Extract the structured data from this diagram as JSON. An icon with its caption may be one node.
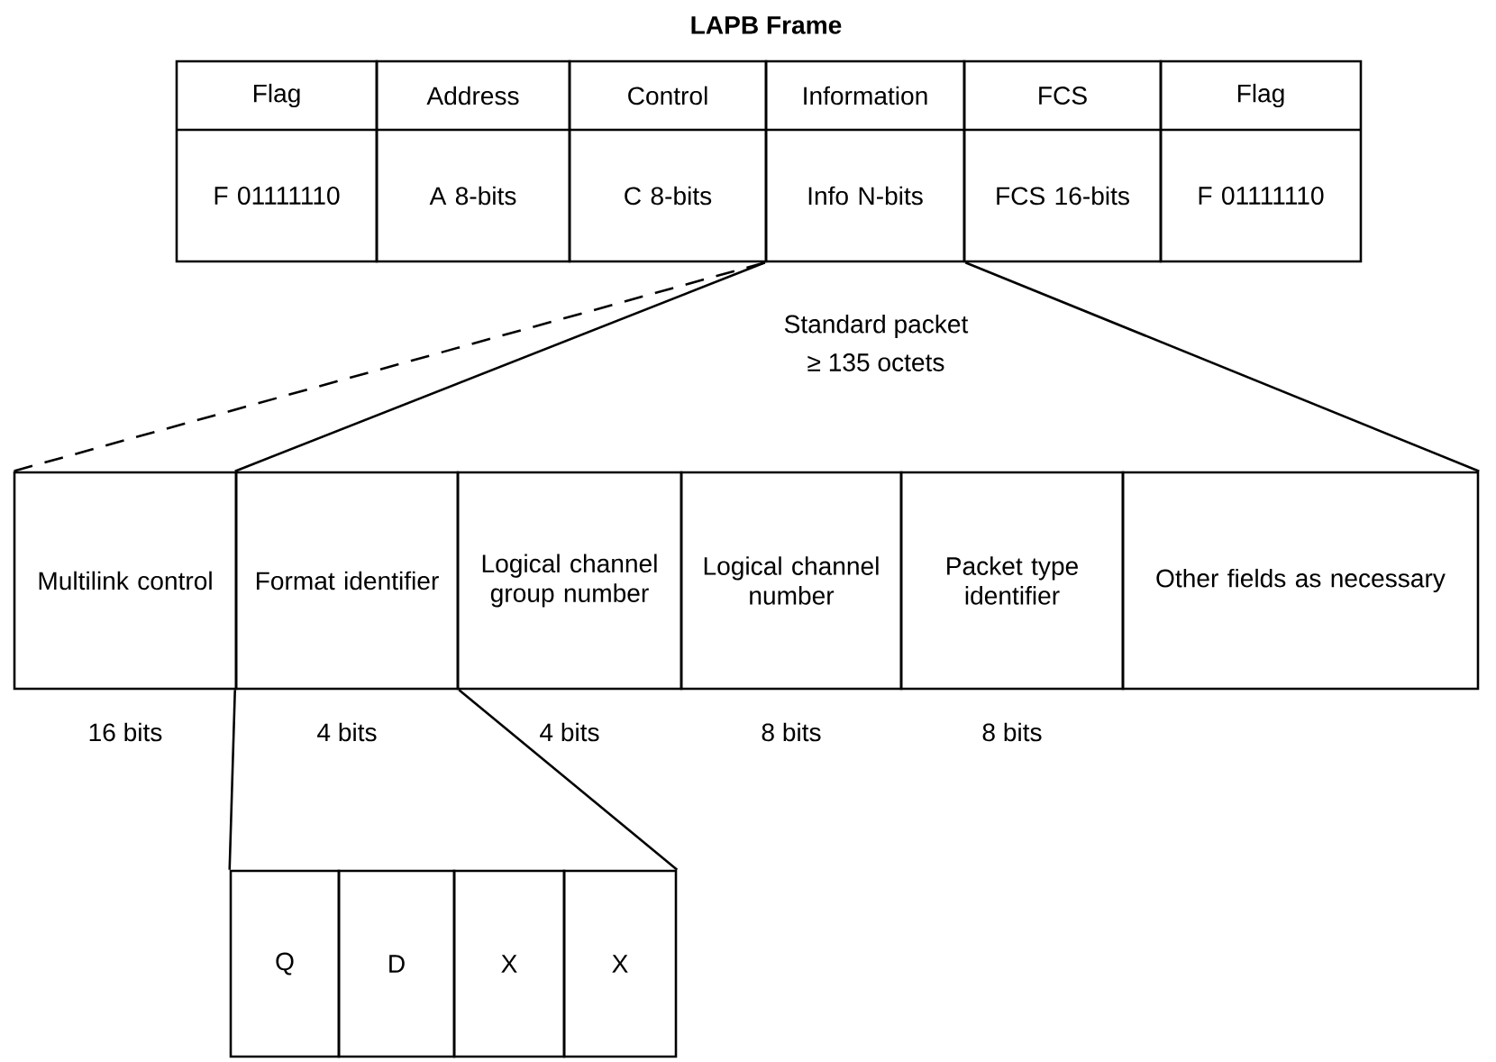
{
  "diagram": {
    "title": "LAPB Frame",
    "nodes": [
      {
        "text": [
          "Flag",
          "F 01111110"
        ]
      },
      {
        "text": [
          "Address",
          "A 8-bits"
        ]
      },
      {
        "text": [
          "Control",
          "C 8-bits"
        ]
      },
      {
        "text": [
          "Information",
          "Info N-bits"
        ]
      },
      {
        "text": [
          "FCS",
          "FCS 16-bits"
        ]
      },
      {
        "text": [
          "Flag",
          "F 01111110"
        ]
      },
      {
        "text": [
          "Multilink control"
        ],
        "beside": [
          "16 bits"
        ]
      },
      {
        "text": [
          "Format identifier"
        ],
        "beside": [
          "4 bits"
        ]
      },
      {
        "text": [
          "Logical channel group number"
        ],
        "beside": [
          "4 bits"
        ]
      },
      {
        "text": [
          "Logical channel number"
        ],
        "beside": [
          "8 bits"
        ]
      },
      {
        "text": [
          "Packet type identifier"
        ],
        "beside": [
          "8 bits"
        ]
      },
      {
        "text": [
          "Other fields as necessary"
        ]
      },
      {
        "text": [
          "Q"
        ]
      },
      {
        "text": [
          "D"
        ]
      },
      {
        "text": [
          "X"
        ]
      },
      {
        "text": [
          "X"
        ]
      }
    ],
    "edges": [
      {
        "from": 3,
        "to": 6,
        "arrow": "none",
        "style": "dashed"
      },
      {
        "from": 3,
        "to": 7,
        "arrow": "none"
      },
      {
        "from": 3,
        "to": 11,
        "arrow": "none"
      },
      {
        "from": 7,
        "to": 12,
        "arrow": "none"
      },
      {
        "from": 7,
        "to": 15,
        "arrow": "none"
      }
    ],
    "labels": [
      "Standard packet",
      "≥ 135 octets"
    ]
  }
}
